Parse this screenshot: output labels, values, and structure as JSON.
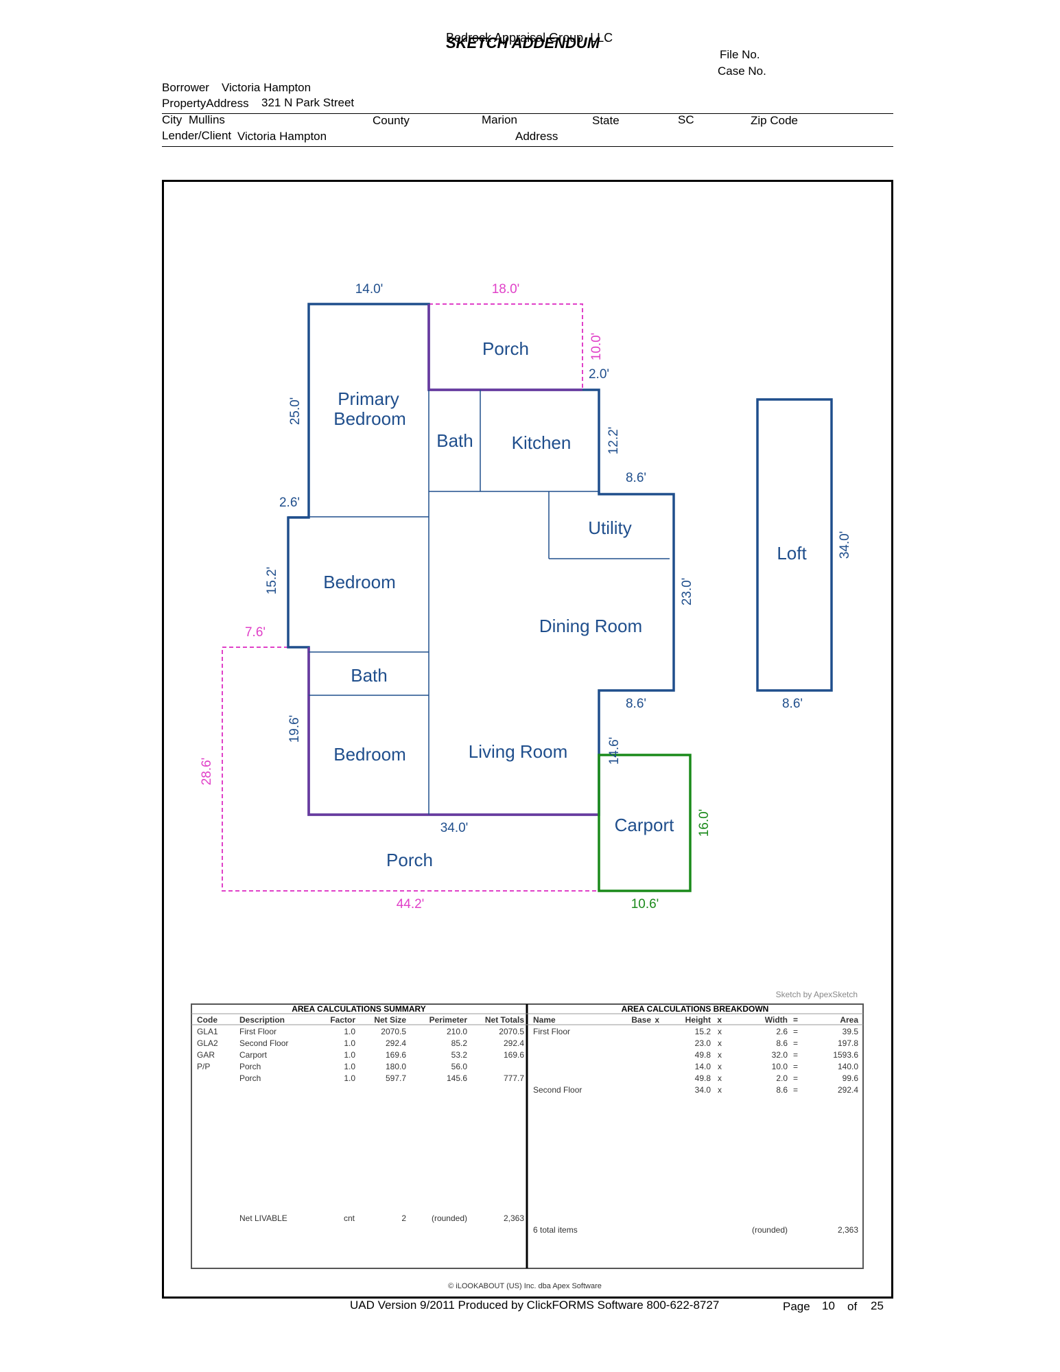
{
  "header": {
    "company": "Bedrock Appraisal Group, LLC",
    "title": "SKETCH ADDENDUM",
    "file_no_label": "File No.",
    "case_no_label": "Case No.",
    "borrower_label": "Borrower",
    "borrower": "Victoria Hampton",
    "property_address_label": "PropertyAddress",
    "property_address": "321 N Park Street",
    "city_label": "City",
    "city": "Mullins",
    "county_label": "County",
    "county": "Marion",
    "state_label": "State",
    "state": "SC",
    "zip_label": "Zip Code",
    "lender_label": "Lender/Client",
    "lender": "Victoria Hampton",
    "address_label": "Address"
  },
  "sketch": {
    "rooms": {
      "primary_bedroom_1": "Primary",
      "primary_bedroom_2": "Bedroom",
      "porch_top": "Porch",
      "bath_upper": "Bath",
      "kitchen": "Kitchen",
      "utility": "Utility",
      "bedroom_mid": "Bedroom",
      "dining_room": "Dining Room",
      "bath_lower": "Bath",
      "bedroom_lower": "Bedroom",
      "living_room": "Living Room",
      "porch_bottom": "Porch",
      "carport": "Carport",
      "loft": "Loft"
    },
    "dims": {
      "d_14_0": "14.0'",
      "d_18_0": "18.0'",
      "d_10_0": "10.0'",
      "d_2_0": "2.0'",
      "d_25_0": "25.0'",
      "d_12_2": "12.2'",
      "d_8_6_a": "8.6'",
      "d_2_6": "2.6'",
      "d_15_2": "15.2'",
      "d_23_0": "23.0'",
      "d_7_6": "7.6'",
      "d_8_6_b": "8.6'",
      "d_19_6": "19.6'",
      "d_14_6": "14.6'",
      "d_28_6": "28.6'",
      "d_16_0": "16.0'",
      "d_34_0": "34.0'",
      "d_44_2": "44.2'",
      "d_10_6": "10.6'",
      "d_34_0_loft": "34.0'",
      "d_8_6_loft": "8.6'"
    },
    "credit": "Sketch by ApexSketch",
    "colors": {
      "living": "#1f4e8c",
      "porch": "#e040c8",
      "carport": "#1a8a1a",
      "overlap": "#6a3aa0"
    }
  },
  "summary": {
    "title": "AREA CALCULATIONS SUMMARY",
    "headers": [
      "Code",
      "Description",
      "Factor",
      "Net Size",
      "Perimeter",
      "Net Totals"
    ],
    "rows": [
      [
        "GLA1",
        "First Floor",
        "1.0",
        "2070.5",
        "210.0",
        "2070.5"
      ],
      [
        "GLA2",
        "Second Floor",
        "1.0",
        "292.4",
        "85.2",
        "292.4"
      ],
      [
        "GAR",
        "Carport",
        "1.0",
        "169.6",
        "53.2",
        "169.6"
      ],
      [
        "P/P",
        "Porch",
        "1.0",
        "180.0",
        "56.0",
        ""
      ],
      [
        "",
        "Porch",
        "1.0",
        "597.7",
        "145.6",
        "777.7"
      ]
    ],
    "net_livable": {
      "label": "Net LIVABLE",
      "cnt": "cnt",
      "count": "2",
      "rounded": "(rounded)",
      "total": "2,363"
    }
  },
  "breakdown": {
    "title": "AREA CALCULATIONS BREAKDOWN",
    "headers": [
      "Name",
      "Base",
      "x",
      "Height",
      "x",
      "Width",
      "=",
      "Area"
    ],
    "rows": [
      [
        "First Floor",
        "15.2",
        "2.6",
        "39.5"
      ],
      [
        "",
        "23.0",
        "8.6",
        "197.8"
      ],
      [
        "",
        "49.8",
        "32.0",
        "1593.6"
      ],
      [
        "",
        "14.0",
        "10.0",
        "140.0"
      ],
      [
        "",
        "49.8",
        "2.0",
        "99.6"
      ],
      [
        "Second Floor",
        "34.0",
        "8.6",
        "292.4"
      ]
    ],
    "total_items": "6 total items",
    "rounded": "(rounded)",
    "total": "2,363"
  },
  "copyright": "© iLOOKABOUT (US) Inc. dba Apex Software",
  "footer": {
    "produced_by": "UAD Version 9/2011 Produced by ClickFORMS Software 800-622-8727",
    "page_label": "Page",
    "page": "10",
    "of_label": "of",
    "total_pages": "25"
  }
}
